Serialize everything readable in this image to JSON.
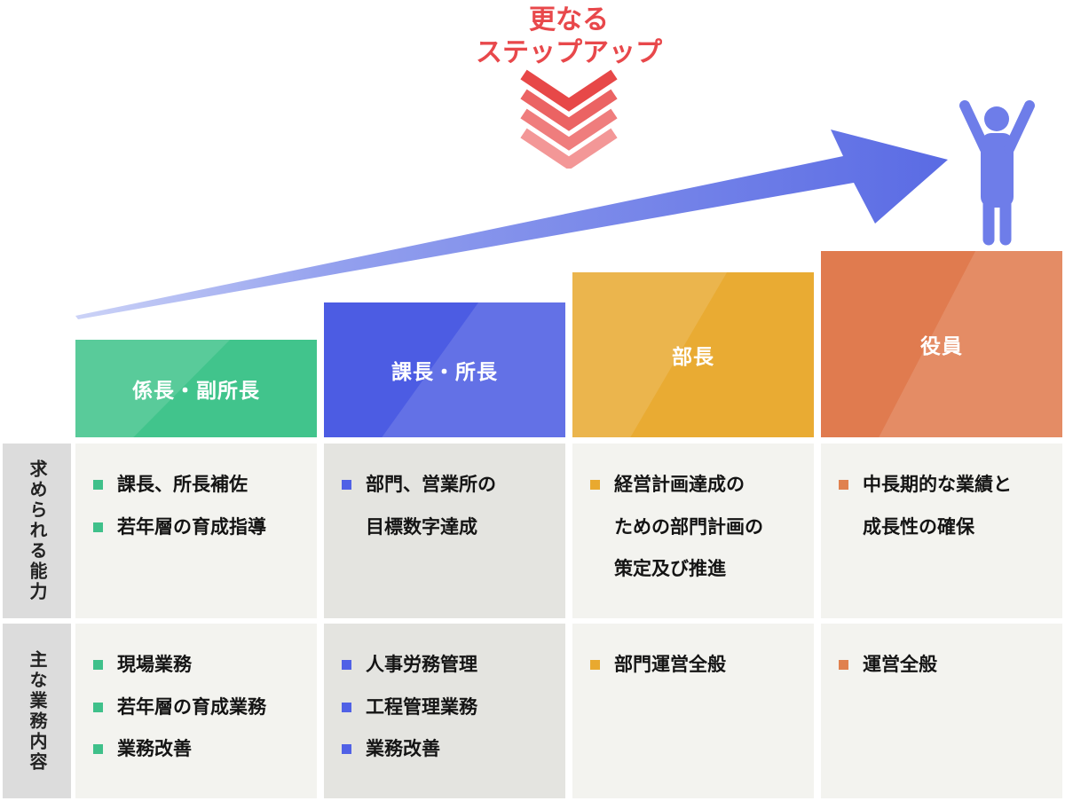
{
  "header": {
    "title_line1": "更なる",
    "title_line2": "ステップアップ"
  },
  "row_labels": [
    {
      "label": "求められる能力"
    },
    {
      "label": "主な業務内容"
    }
  ],
  "columns": [
    {
      "role": "係長・副所長",
      "color": "#41c48c",
      "abilities": [
        "課長、所長補佐",
        "若年層の育成指導"
      ],
      "duties": [
        "現場業務",
        "若年層の育成業務",
        "業務改善"
      ]
    },
    {
      "role": "課長・所長",
      "color": "#4c5ce3",
      "abilities": [
        "部門、営業所の\n目標数字達成"
      ],
      "duties": [
        "人事労務管理",
        "工程管理業務",
        "業務改善"
      ]
    },
    {
      "role": "部長",
      "color": "#e9ab33",
      "abilities": [
        "経営計画達成の\nための部門計画の\n策定及び推進"
      ],
      "duties": [
        "部門運営全般"
      ]
    },
    {
      "role": "役員",
      "color": "#e07b4f",
      "abilities": [
        "中長期的な業績と\n成長性の確保"
      ],
      "duties": [
        "運営全般"
      ]
    }
  ],
  "accent_colors": {
    "stepup_red": "#e8484b",
    "arrow_blue": "#5a6be4",
    "person_blue": "#6e7de9",
    "row_label_bg": "#dcdcdc",
    "cell_light_bg": "#f3f3ef",
    "cell_dark_bg": "#e4e4e0"
  }
}
